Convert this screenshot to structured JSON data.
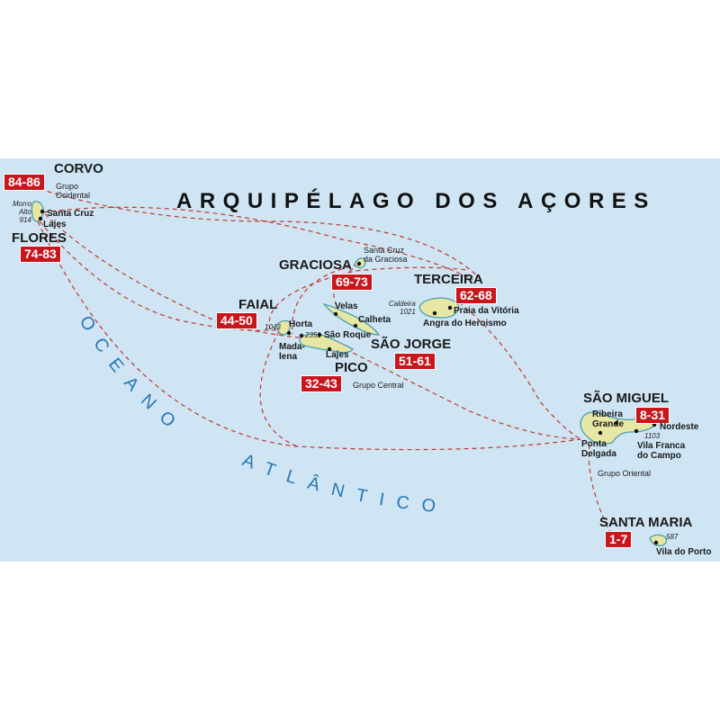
{
  "title": "ARQUIPÉLAGO DOS AÇORES",
  "ocean": {
    "word1": "OCEANO",
    "word2": "ATLÂNTICO"
  },
  "colors": {
    "sea": "#cfe5f4",
    "badge": "#c8161d",
    "route": "#c0392b",
    "land": "#e6e7a4",
    "coast": "#4a9fb0",
    "ocean_text": "#2a78b5"
  },
  "groups": {
    "west": "Grupo Ocidental",
    "central": "Grupo Central",
    "east": "Grupo Oriental"
  },
  "islands": {
    "corvo": {
      "name": "CORVO",
      "pages": "84-86"
    },
    "flores": {
      "name": "FLORES",
      "pages": "74-83",
      "peak": "Morro Alto 914",
      "peak_l1": "Morro",
      "peak_l2": "Alto",
      "peak_l3": "914",
      "towns": [
        "Santa Cruz",
        "Lajes"
      ]
    },
    "graciosa": {
      "name": "GRACIOSA",
      "pages": "69-73",
      "town_l1": "Santa Cruz",
      "town_l2": "da Graciosa"
    },
    "terceira": {
      "name": "TERCEIRA",
      "pages": "62-68",
      "peak_l1": "Caldeira",
      "peak_l2": "1021",
      "towns": [
        "Praia da Vitória",
        "Angra do Heroismo"
      ]
    },
    "faial": {
      "name": "FAIAL",
      "pages": "44-50",
      "peak": "1043",
      "towns": [
        "Horta"
      ]
    },
    "sao_jorge": {
      "name": "SÃO JORGE",
      "pages": "51-61",
      "towns": [
        "Velas",
        "Calheta"
      ]
    },
    "pico": {
      "name": "PICO",
      "pages": "32-43",
      "peak": "2351",
      "towns": [
        "São Roque",
        "Mada-",
        "lena",
        "Lajes"
      ]
    },
    "sao_miguel": {
      "name": "SÃO MIGUEL",
      "pages": "8-31",
      "peak": "1103",
      "towns": [
        "Ribeira",
        "Grande",
        "Nordeste",
        "Ponta",
        "Delgada",
        "Vila Franca",
        "do Campo"
      ]
    },
    "santa_maria": {
      "name": "SANTA MARIA",
      "pages": "1-7",
      "peak": "587",
      "towns": [
        "Vila do Porto"
      ]
    }
  }
}
